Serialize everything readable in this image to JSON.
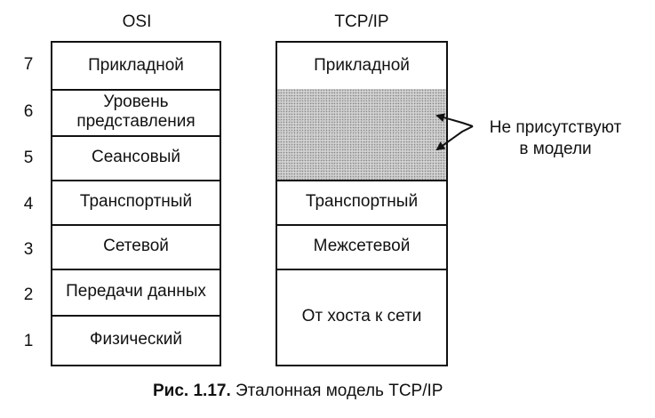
{
  "osi": {
    "title": "OSI",
    "layers": [
      "Прикладной",
      "Уровень представления",
      "Сеансовый",
      "Транспортный",
      "Сетевой",
      "Передачи данных",
      "Физический"
    ]
  },
  "tcpip": {
    "title": "TCP/IP",
    "layers": [
      "Прикладной",
      "",
      "",
      "Транспортный",
      "Межсетевой",
      "От хоста к сети"
    ]
  },
  "layer_numbers": [
    "7",
    "6",
    "5",
    "4",
    "3",
    "2",
    "1"
  ],
  "note": {
    "line1": "Не присутствуют",
    "line2": "в модели"
  },
  "caption": {
    "label": "Рис. 1.17.",
    "text": " Эталонная модель TCP/IP"
  }
}
